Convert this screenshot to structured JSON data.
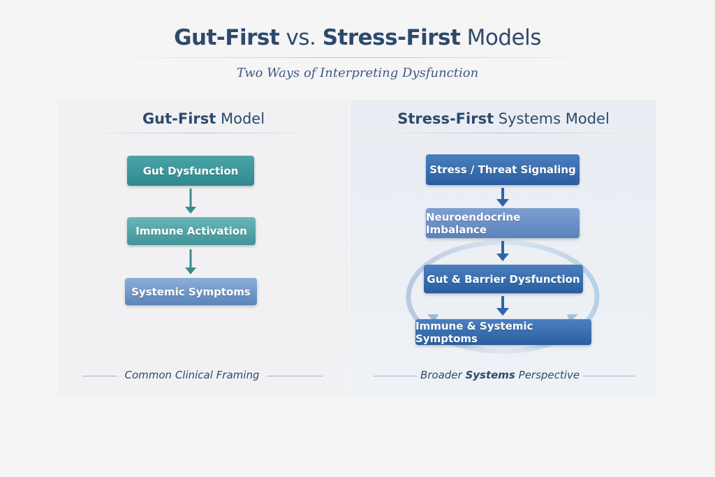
{
  "title": {
    "part1": "Gut-First",
    "part2": " vs. ",
    "part3": "Stress-First",
    "part4": " Models"
  },
  "subtitle": "Two Ways of Interpreting Dysfunction",
  "left": {
    "heading_bold": "Gut-First",
    "heading_rest": " Model",
    "steps": [
      "Gut Dysfunction",
      "Immune Activation",
      "Systemic Symptoms"
    ],
    "footer": "Common Clinical Framing"
  },
  "right": {
    "heading_bold": "Stress-First",
    "heading_rest": " Systems Model",
    "steps": [
      "Stress / Threat Signaling",
      "Neuroendocrine Imbalance",
      "Gut & Barrier Dysfunction",
      "Immune & Systemic Symptoms"
    ],
    "footer_pre": "Broader ",
    "footer_bold": "Systems",
    "footer_post": " Perspective"
  },
  "colors": {
    "teal": "#2f8a90",
    "blue": "#2a5e9f",
    "navy": "#2d4a6c"
  }
}
